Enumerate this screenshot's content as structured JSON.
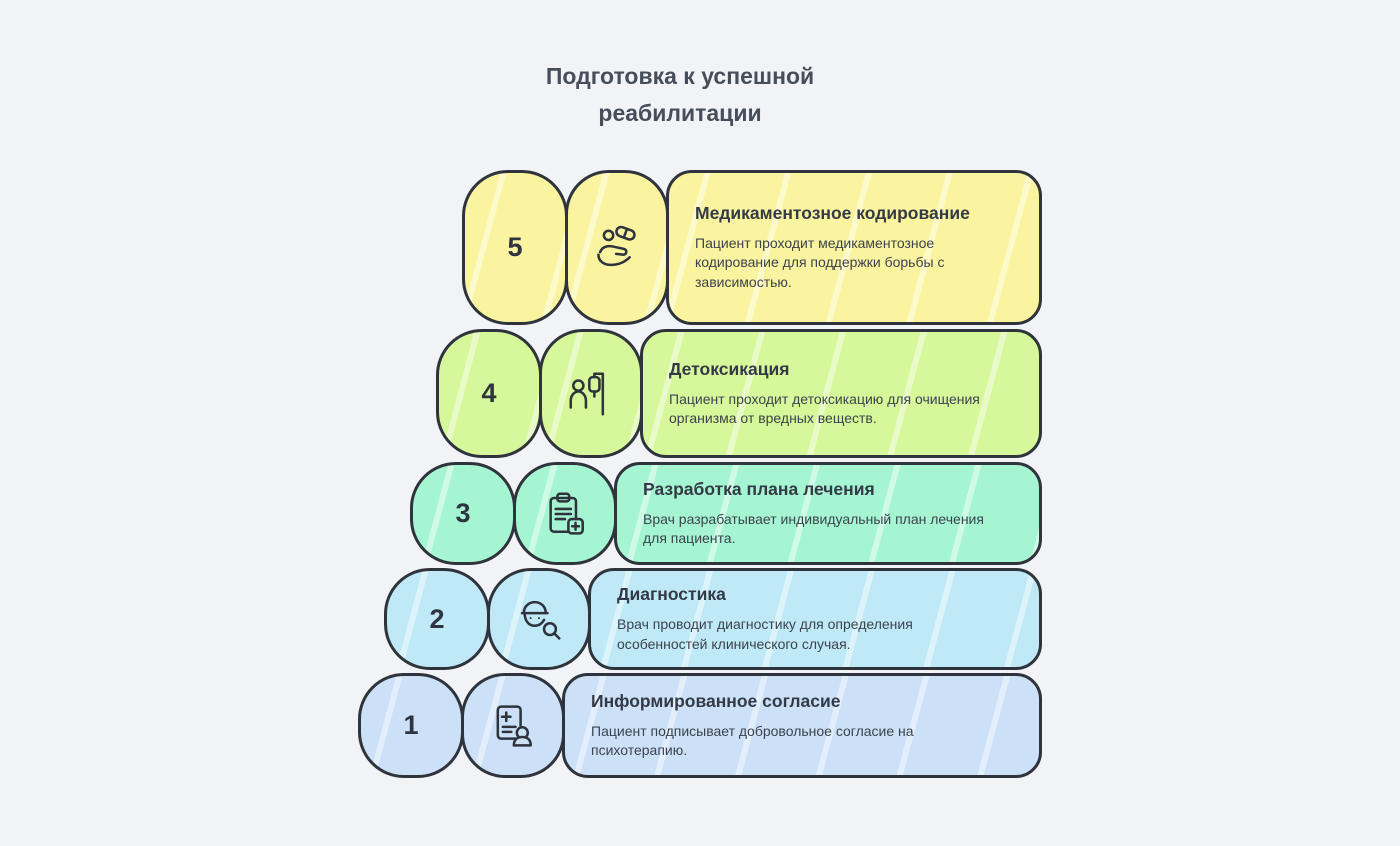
{
  "page": {
    "title_line1": "Подготовка к успешной",
    "title_line2": "реабилитации"
  },
  "colors": {
    "background": "#F2F3F7",
    "outline": "#2E333C",
    "title_text": "#474E5A",
    "step_title_text": "#333A46",
    "step_desc_text": "#3C434E"
  },
  "steps": [
    {
      "number": "5",
      "title": "Медикаментозное кодирование",
      "description": "Пациент проходит медикаментозное кодирование для поддержки борьбы с зависимостью.",
      "color": "#FAF4A0",
      "icon": "pills-hand-icon"
    },
    {
      "number": "4",
      "title": "Детоксикация",
      "description": "Пациент проходит детоксикацию для очищения организма от вредных веществ.",
      "color": "#D6F79A",
      "icon": "iv-drip-icon"
    },
    {
      "number": "3",
      "title": "Разработка плана лечения",
      "description": "Врач разрабатывает индивидуальный план лечения для пациента.",
      "color": "#A5F5D2",
      "icon": "treatment-plan-clipboard-icon"
    },
    {
      "number": "2",
      "title": "Диагностика",
      "description": "Врач проводит диагностику для определения особенностей клинического случая.",
      "color": "#BFE9F6",
      "icon": "doctor-diagnostics-icon"
    },
    {
      "number": "1",
      "title": "Информированное согласие",
      "description": "Пациент подписывает добровольное согласие на психотерапию.",
      "color": "#CCE1F8",
      "icon": "consent-document-icon"
    }
  ]
}
